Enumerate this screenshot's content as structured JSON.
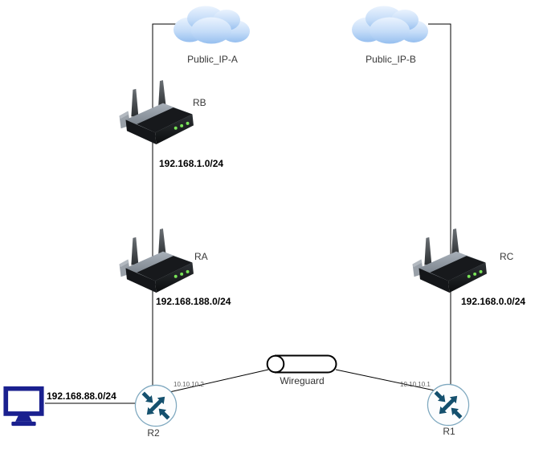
{
  "diagram": {
    "clouds": {
      "a": {
        "label": "Public_IP-A"
      },
      "b": {
        "label": "Public_IP-B"
      }
    },
    "wireless_routers": {
      "rb": {
        "label": "RB"
      },
      "ra": {
        "label": "RA"
      },
      "rc": {
        "label": "RC"
      }
    },
    "core_routers": {
      "r2": {
        "label": "R2",
        "interface": "10.10.10.2"
      },
      "r1": {
        "label": "R1",
        "interface": "10.10.10.1"
      }
    },
    "tunnel": {
      "label": "Wireguard"
    },
    "networks": {
      "rb_ra": "192.168.1.0/24",
      "ra_r2": "192.168.188.0/24",
      "rc_r1": "192.168.0.0/24",
      "pc_r2": "192.168.88.0/24"
    },
    "colors": {
      "edge_line": "#000000",
      "label_text": "#383838",
      "network_text": "#000000",
      "interface_text": "#5f5f5f",
      "cloud_top": "#eaf3fe",
      "cloud_bottom": "#96bfef",
      "router_arrow": "#14506e",
      "router_ring": "#7ea8bf",
      "monitor_blue": "#1a208f",
      "led_green": "#79e558"
    }
  }
}
